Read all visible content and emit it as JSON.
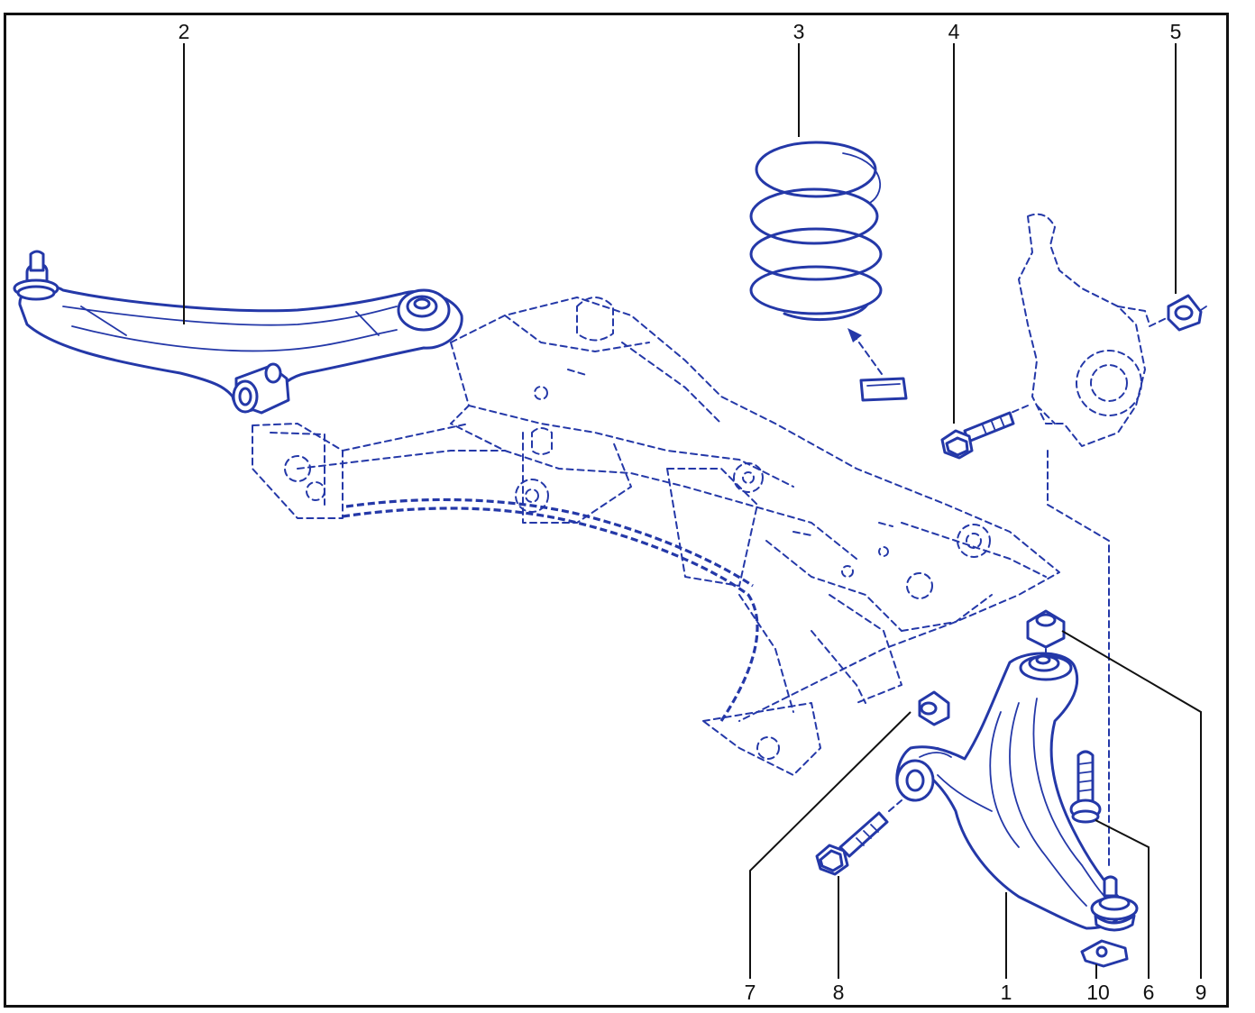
{
  "colors": {
    "ink": "#2438a8",
    "leader": "#111111",
    "frame": "#111111",
    "background": "#ffffff"
  },
  "callouts": [
    {
      "id": "c1",
      "label": "1",
      "part": "lower-control-arm"
    },
    {
      "id": "c2",
      "label": "2",
      "part": "upper-control-arm"
    },
    {
      "id": "c3",
      "label": "3",
      "part": "coil-spring"
    },
    {
      "id": "c4",
      "label": "4",
      "part": "knuckle-bolt"
    },
    {
      "id": "c5",
      "label": "5",
      "part": "knuckle-nut"
    },
    {
      "id": "c6",
      "label": "6",
      "part": "ball-joint-bolt"
    },
    {
      "id": "c7",
      "label": "7",
      "part": "front-bushing-nut"
    },
    {
      "id": "c8",
      "label": "8",
      "part": "front-bushing-bolt"
    },
    {
      "id": "c9",
      "label": "9",
      "part": "rear-bushing-nut"
    },
    {
      "id": "c10",
      "label": "10",
      "part": "shim-plate"
    }
  ]
}
